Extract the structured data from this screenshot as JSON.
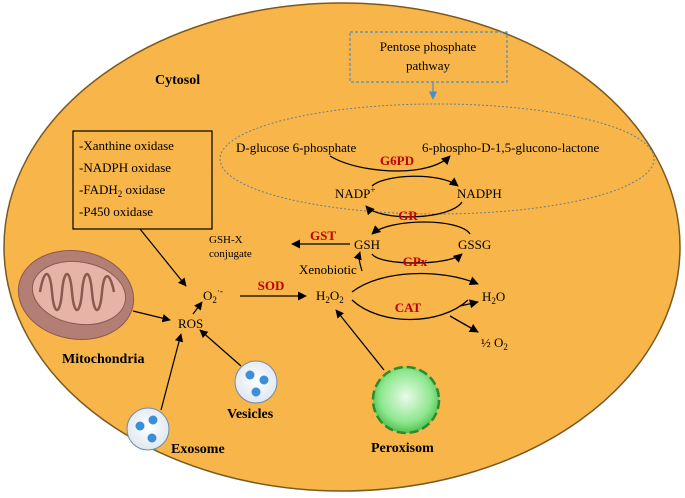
{
  "compartment": "Cytosol",
  "pentose_box": {
    "line1": "Pentose phosphate",
    "line2": "pathway"
  },
  "oxidases": [
    "-Xanthine oxidase",
    "-NADPH oxidase",
    "-FADH",
    "-P450 oxidase"
  ],
  "oxidase_fadh_sub": "2",
  "oxidase_fadh_suffix": " oxidase",
  "metabolites": {
    "g6p": "D-glucose 6-phosphate",
    "pgl": "6-phospho-D-1,5-glucono-lactone",
    "nadp": "NADP",
    "nadp_sup": "+",
    "nadph": "NADPH",
    "gsh": "GSH",
    "gssg": "GSSG",
    "gshx_line1": "GSH-X",
    "gshx_line2": "conjugate",
    "xenobiotic": "Xenobiotic",
    "superoxide": "O",
    "superoxide_sub": "2",
    "superoxide_sup": "·-",
    "h2o2_h": "H",
    "h2o2_sub": "2",
    "h2o2_o": "O",
    "h2o2_sub2": "2",
    "h2o_h": "H",
    "h2o_sub": "2",
    "h2o_o": "O",
    "half_o2": "½ O",
    "half_o2_sub": "2",
    "ros": "ROS"
  },
  "enzymes": {
    "g6pd": "G6PD",
    "gr": "GR",
    "gst": "GST",
    "gpx": "GPx",
    "sod": "SOD",
    "cat": "CAT"
  },
  "organelles": {
    "mitochondria": "Mitochondria",
    "vesicles": "Vesicles",
    "exosome": "Exosome",
    "peroxisome": "Peroxisom"
  },
  "colors": {
    "cytosol_fill": "#f7b54a",
    "cytosol_stroke": "#7a5a20",
    "enzyme_red": "#c00000",
    "dashed_blue": "#4a90c8",
    "mito_outer": "#b37e73",
    "mito_inner": "#e6b3a6",
    "peroxisome": "#7fe07f",
    "vesicle_dot": "#3b8ed8"
  }
}
